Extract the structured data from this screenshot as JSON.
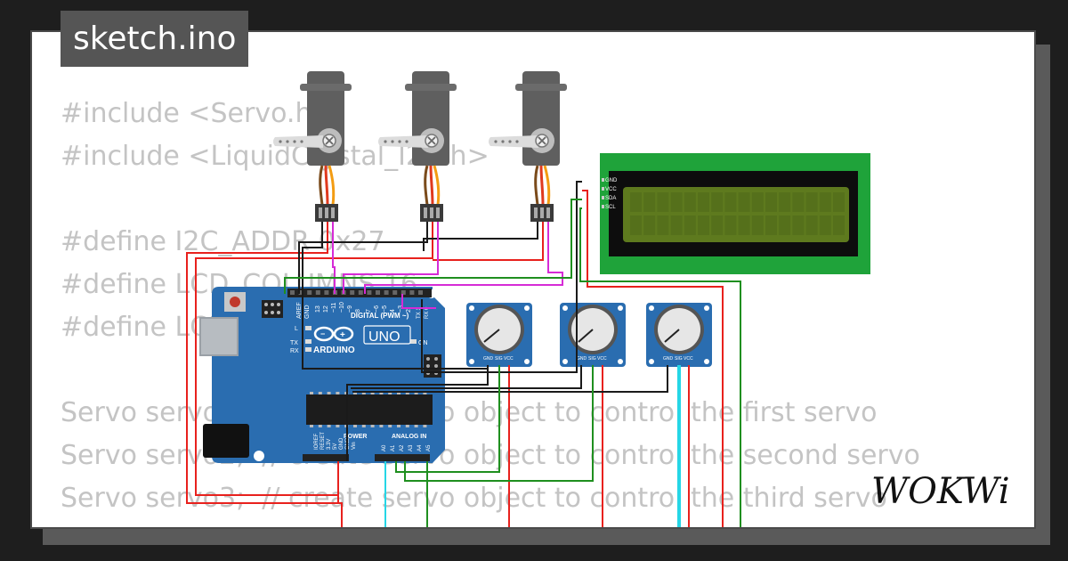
{
  "app": {
    "title": "sketch.ino",
    "brand": "WOKWi"
  },
  "code_lines": [
    "#include <Servo.h>",
    "#include <LiquidCrystal_I2C.h>",
    "",
    "#define I2C_ADDR 0x27",
    "#define LCD_COLUMNS 16",
    "#define LCD_LINES 2",
    "",
    "Servo servo1;  // create servo object to control the first servo",
    "Servo servo2;  // create servo object to control the second servo",
    "Servo servo3;  // create servo object to control the third servo"
  ],
  "arduino": {
    "logo": "ARDUINO",
    "model": "UNO",
    "digital_header": "DIGITAL (PWM ~)",
    "analog_header": "ANALOG IN",
    "power_header": "POWER",
    "on_label": "ON",
    "tx": "TX",
    "rx": "RX",
    "l": "L",
    "aref": "AREF",
    "gnd": "GND",
    "digital_pins": [
      "13",
      "12",
      "~11",
      "~10",
      "~9",
      "8",
      "7",
      "~6",
      "~5",
      "4",
      "~3",
      "2",
      "TX 1",
      "RX 0"
    ],
    "power_pins": [
      "IOREF",
      "RESET",
      "3.3V",
      "5V",
      "GND",
      "GND",
      "Vin"
    ],
    "analog_pins": [
      "A0",
      "A1",
      "A2",
      "A3",
      "A4",
      "A5"
    ]
  },
  "lcd": {
    "pins": [
      "GND",
      "VCC",
      "SDA",
      "SCL"
    ]
  },
  "potentiometer": {
    "pins": [
      "GND",
      "SIG",
      "VCC"
    ]
  },
  "colors": {
    "wire_red": "#e8211d",
    "wire_black": "#1a1a1a",
    "wire_green": "#1f8f1f",
    "wire_magenta": "#d62bd6",
    "wire_cyan": "#25d6e6",
    "board_blue": "#2a6db0",
    "lcd_green": "#1fa33a",
    "lcd_screen": "#5e7a1e"
  }
}
